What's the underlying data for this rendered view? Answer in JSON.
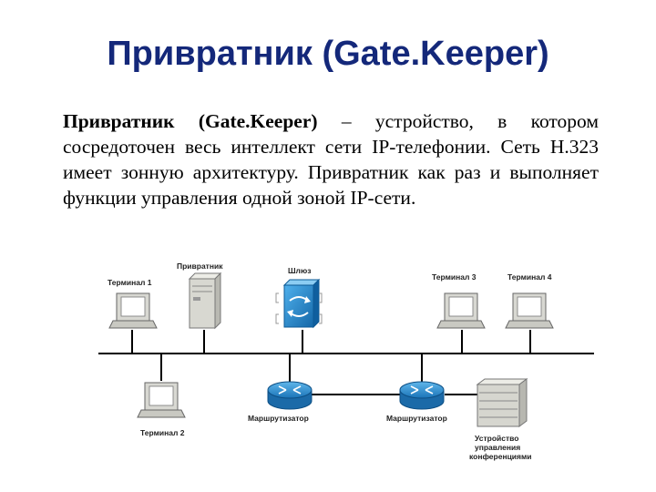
{
  "title": "Привратник (Gate.Keeper)",
  "paragraph": {
    "lead": "Привратник (Gate.Keeper)",
    "rest": " – устройство, в котором сосредоточен весь интеллект сети IP-телефонии. Сеть H.323 имеет зонную архитектуру. Привратник как раз и выполняет функции управления одной зоной IP-сети."
  },
  "diagram": {
    "labels": {
      "terminal1": "Терминал 1",
      "gatekeeper": "Привратник",
      "gateway": "Шлюз",
      "terminal3": "Терминал 3",
      "terminal4": "Терминал 4",
      "terminal2": "Терминал 2",
      "router1": "Маршрутизатор",
      "router2": "Маршрутизатор",
      "conf_line1": "Устройство",
      "conf_line2": "управления",
      "conf_line3": "конференциями"
    },
    "colors": {
      "router": "#1e7fc4",
      "gateway": "#1e8fd6",
      "device": "#d6d6cf",
      "line": "#000000"
    }
  }
}
